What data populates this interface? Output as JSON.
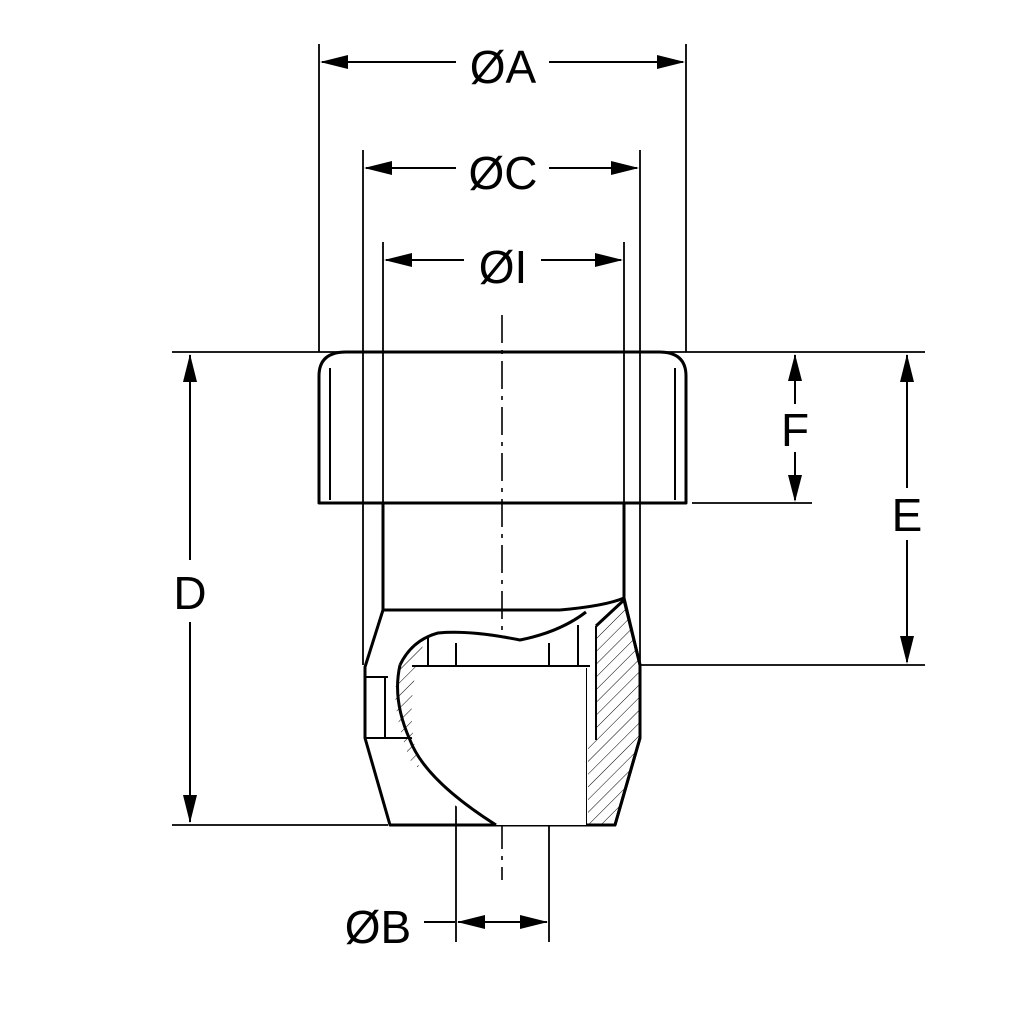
{
  "drawing": {
    "labels": {
      "diameter_a": "ØA",
      "diameter_c": "ØC",
      "diameter_i": "ØI",
      "diameter_b": "ØB",
      "length_d": "D",
      "length_e": "E",
      "length_f": "F"
    },
    "colors": {
      "line": "#000000",
      "background": "#ffffff"
    }
  }
}
